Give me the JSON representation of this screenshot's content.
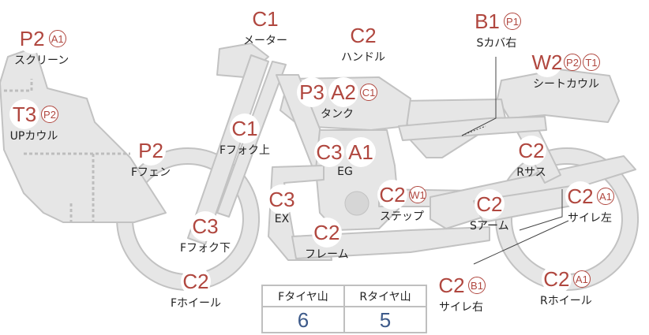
{
  "parts": [
    {
      "id": "screen",
      "codes": [
        "P2"
      ],
      "subs": [
        "A1"
      ],
      "name": "スクリーン"
    },
    {
      "id": "meter",
      "codes": [
        "C1"
      ],
      "subs": [],
      "name": "メーター"
    },
    {
      "id": "handle",
      "codes": [
        "C2"
      ],
      "subs": [],
      "name": "ハンドル"
    },
    {
      "id": "s-cover-right",
      "codes": [
        "B1"
      ],
      "subs": [
        "P1"
      ],
      "name": "Sカバ右"
    },
    {
      "id": "seat-cowl",
      "codes": [
        "W2"
      ],
      "subs": [
        "P2",
        "T1"
      ],
      "name": "シートカウル"
    },
    {
      "id": "up-cowl",
      "codes": [
        "T3"
      ],
      "subs": [
        "P2"
      ],
      "name": "UPカウル"
    },
    {
      "id": "tank",
      "codes": [
        "P3",
        "A2"
      ],
      "subs": [
        "C1"
      ],
      "name": "タンク"
    },
    {
      "id": "f-fork-upper",
      "codes": [
        "C1"
      ],
      "subs": [],
      "name": "Fフォク上"
    },
    {
      "id": "f-fender",
      "codes": [
        "P2"
      ],
      "subs": [],
      "name": "Fフェン"
    },
    {
      "id": "engine",
      "codes": [
        "C3",
        "A1"
      ],
      "subs": [],
      "name": "EG"
    },
    {
      "id": "r-suspension",
      "codes": [
        "C2"
      ],
      "subs": [],
      "name": "Rサス"
    },
    {
      "id": "exhaust",
      "codes": [
        "C3"
      ],
      "subs": [],
      "name": "EX"
    },
    {
      "id": "step",
      "codes": [
        "C2"
      ],
      "subs": [
        "W1"
      ],
      "name": "ステップ"
    },
    {
      "id": "swingarm",
      "codes": [
        "C2"
      ],
      "subs": [],
      "name": "Sアーム"
    },
    {
      "id": "silencer-left",
      "codes": [
        "C2"
      ],
      "subs": [
        "A1"
      ],
      "name": "サイレ左"
    },
    {
      "id": "f-fork-lower",
      "codes": [
        "C3"
      ],
      "subs": [],
      "name": "Fフォク下"
    },
    {
      "id": "frame",
      "codes": [
        "C2"
      ],
      "subs": [],
      "name": "フレーム"
    },
    {
      "id": "f-wheel",
      "codes": [
        "C2"
      ],
      "subs": [],
      "name": "Fホイール"
    },
    {
      "id": "silencer-right",
      "codes": [
        "C2"
      ],
      "subs": [
        "B1"
      ],
      "name": "サイレ右"
    },
    {
      "id": "r-wheel",
      "codes": [
        "C2"
      ],
      "subs": [
        "A1"
      ],
      "name": "Rホイール"
    }
  ],
  "tread_table": {
    "headers": [
      "Fタイヤ山",
      "Rタイヤ山"
    ],
    "values": [
      "6",
      "5"
    ]
  },
  "colors": {
    "code": "#b0473f",
    "value": "#3d5a8a",
    "part_fill": "#e6e6e6",
    "part_stroke": "#c2c2c2"
  }
}
